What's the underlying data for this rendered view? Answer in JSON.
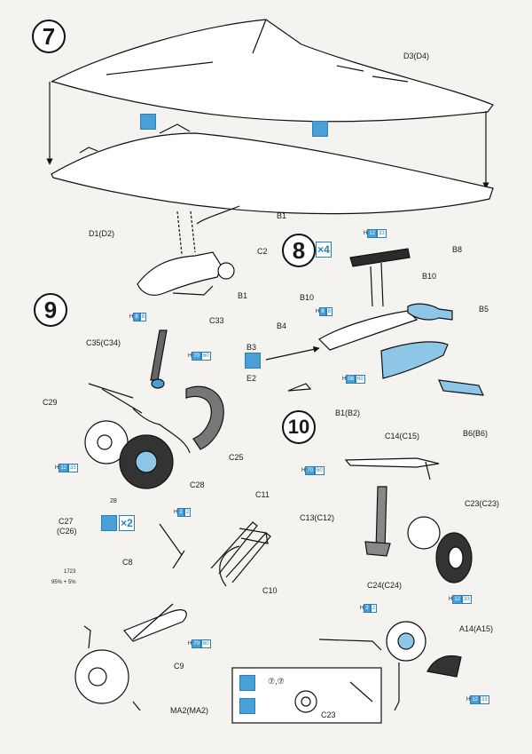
{
  "steps": {
    "s7": "7",
    "s8": "8",
    "s9": "9",
    "s10": "10"
  },
  "parts": {
    "d3": "D3(D4)",
    "d1": "D1(D2)",
    "b1a": "B1",
    "c2": "C2",
    "b1b": "B1",
    "b8": "B8",
    "b10a": "B10",
    "b10b": "B10",
    "b5": "B5",
    "b4": "B4",
    "b3": "B3",
    "e2": "E2",
    "b1b2": "B1(B2)",
    "b6": "B6(B6)",
    "c33": "C33",
    "c35": "C35(C34)",
    "c29": "C29",
    "c25": "C25",
    "c28": "C28",
    "c27": "C27",
    "c26": "(C26)",
    "c11": "C11",
    "c8": "C8",
    "c10": "C10",
    "c9": "C9",
    "ma2": "MA2(MA2)",
    "c14": "C14(C15)",
    "c13": "C13(C12)",
    "c23a": "C23(C23)",
    "c24": "C24(C24)",
    "a14": "A14(A15)",
    "c23b": "C23"
  },
  "colors": {
    "h12_33a": {
      "h": "H",
      "a": "12",
      "b": "33"
    },
    "h8_8a": {
      "h": "H",
      "a": "8",
      "b": "8"
    },
    "h70_60a": {
      "h": "H",
      "a": "70",
      "b": "60"
    },
    "h56_60": {
      "h": "H",
      "a": "56",
      "b": "60"
    },
    "h8_8b": {
      "h": "H",
      "a": "8",
      "b": "8"
    },
    "h12_33b": {
      "h": "H",
      "a": "12",
      "b": "33"
    },
    "h2_2a": {
      "h": "H",
      "a": "2",
      "b": "2"
    },
    "h70_60b": {
      "h": "H",
      "a": "70",
      "b": "60"
    },
    "h70_60c": {
      "h": "H",
      "a": "70",
      "b": "60"
    },
    "h12_33c": {
      "h": "H",
      "a": "12",
      "b": "33"
    },
    "h2_2b": {
      "h": "H",
      "a": "2",
      "b": "2"
    },
    "h12_33d": {
      "h": "H",
      "a": "12",
      "b": "33"
    }
  },
  "quantities": {
    "x4": "×4",
    "x2": "×2",
    "decal": "28"
  },
  "mix": {
    "code": "1723",
    "p1": "95%",
    "p2": "5%"
  },
  "callout": {
    "marks": "⑦,⑦"
  },
  "accent": "#4a9fd6"
}
